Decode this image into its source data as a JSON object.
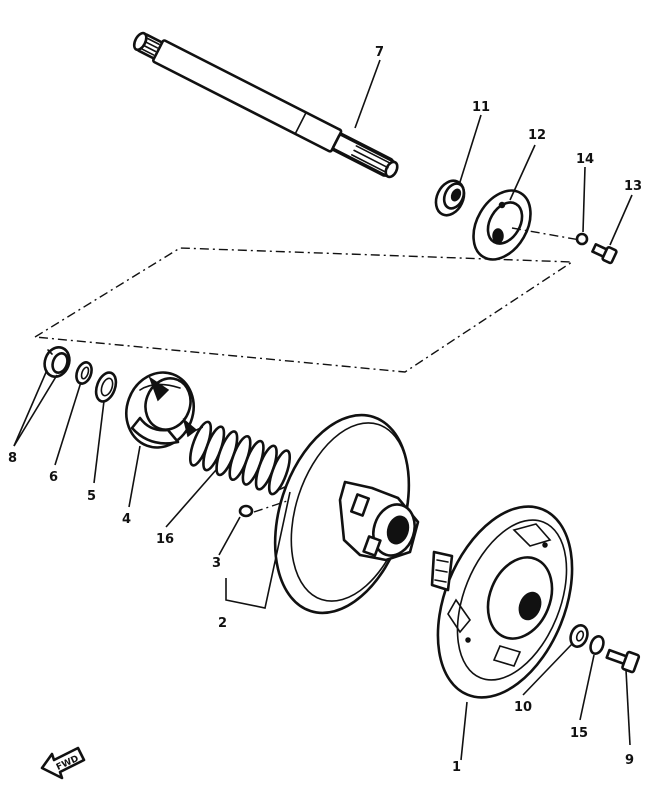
{
  "callouts": {
    "c1": "1",
    "c2": "2",
    "c3": "3",
    "c4": "4",
    "c5": "5",
    "c6": "6",
    "c7": "7",
    "c8": "8",
    "c9": "9",
    "c10": "10",
    "c11": "11",
    "c12": "12",
    "c13": "13",
    "c14": "14",
    "c15": "15",
    "c16": "16"
  },
  "front_arrow": {
    "label": "FWD"
  }
}
